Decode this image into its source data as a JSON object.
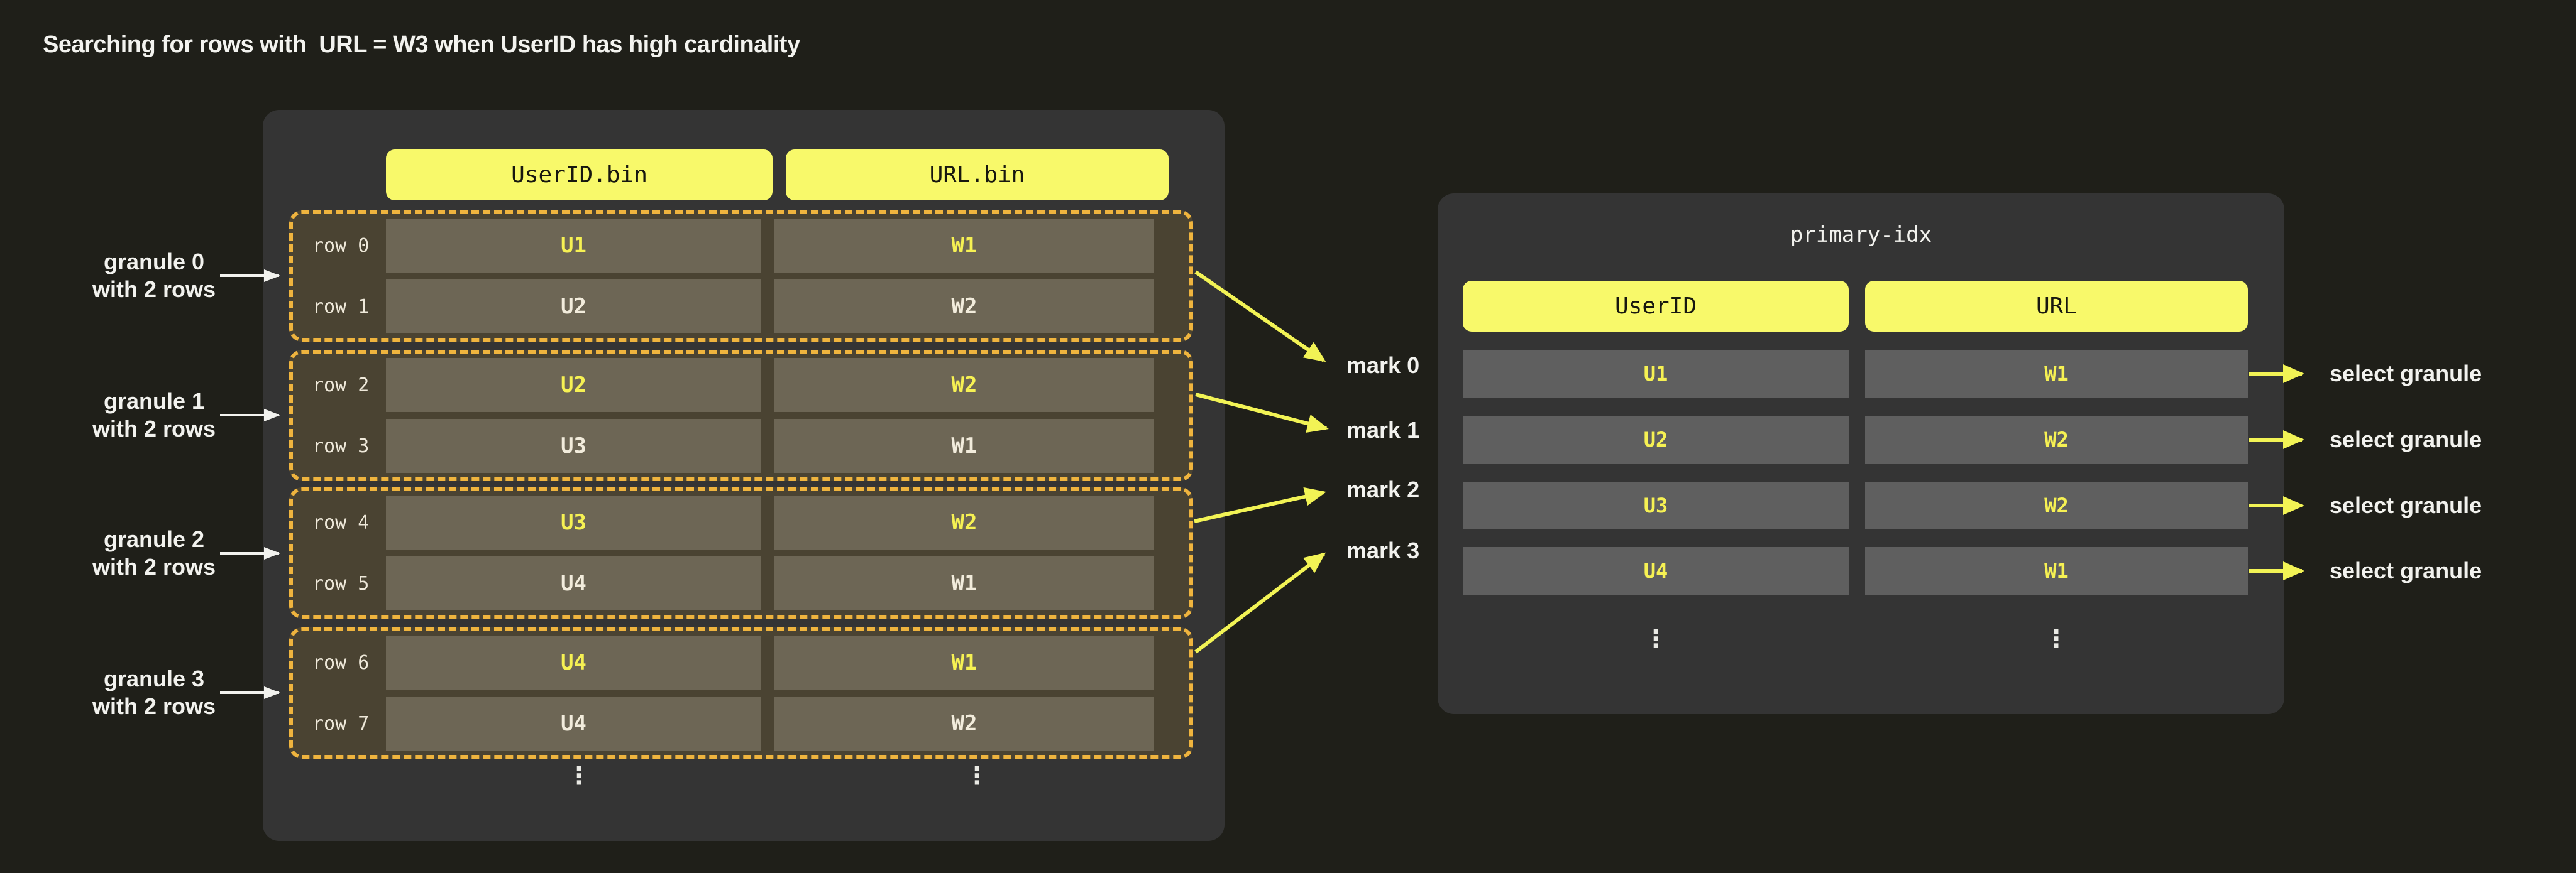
{
  "title": "Searching for rows with  URL = W3 when UserID has high cardinality",
  "left_panel": {
    "column_headers": [
      "UserID.bin",
      "URL.bin"
    ],
    "granules": [
      {
        "label": [
          "granule 0",
          "with 2 rows"
        ],
        "rows": [
          {
            "label": "row 0",
            "userid": "U1",
            "url": "W1"
          },
          {
            "label": "row 1",
            "userid": "U2",
            "url": "W2"
          }
        ]
      },
      {
        "label": [
          "granule 1",
          "with 2 rows"
        ],
        "rows": [
          {
            "label": "row 2",
            "userid": "U2",
            "url": "W2"
          },
          {
            "label": "row 3",
            "userid": "U3",
            "url": "W1"
          }
        ]
      },
      {
        "label": [
          "granule 2",
          "with 2 rows"
        ],
        "rows": [
          {
            "label": "row 4",
            "userid": "U3",
            "url": "W2"
          },
          {
            "label": "row 5",
            "userid": "U4",
            "url": "W1"
          }
        ]
      },
      {
        "label": [
          "granule 3",
          "with 2 rows"
        ],
        "rows": [
          {
            "label": "row 6",
            "userid": "U4",
            "url": "W1"
          },
          {
            "label": "row 7",
            "userid": "U4",
            "url": "W2"
          }
        ]
      }
    ],
    "ellipsis": "⋮"
  },
  "marks": [
    "mark 0",
    "mark 1",
    "mark 2",
    "mark 3"
  ],
  "right_panel": {
    "title": "primary-idx",
    "column_headers": [
      "UserID",
      "URL"
    ],
    "rows": [
      {
        "userid": "U1",
        "url": "W1"
      },
      {
        "userid": "U2",
        "url": "W2"
      },
      {
        "userid": "U3",
        "url": "W2"
      },
      {
        "userid": "U4",
        "url": "W1"
      }
    ],
    "ellipsis": "⋮"
  },
  "select_granule_labels": [
    "select granule",
    "select granule",
    "select granule",
    "select granule"
  ],
  "colors": {
    "background": "#1f1f19",
    "panel": "#343434",
    "header_yellow": "#f8f96a",
    "granule_fill": "#4a4332",
    "granule_border": "#efb43e",
    "cell_left": "#6d6655",
    "cell_right": "#5f5f5f",
    "value_yellow": "#f6f153",
    "value_cream": "#f2ecdc",
    "arrow_yellow": "#f2f355",
    "text_white": "#f2f2ee"
  }
}
